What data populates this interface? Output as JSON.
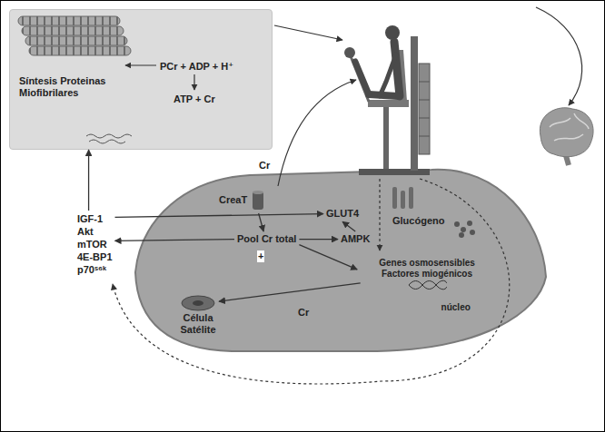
{
  "diagram": {
    "nodes": [
      {
        "text": [
          "Síntesis Proteinas Miofibrilares",
          "PCr + ADP + H⁺",
          "ATP + Cr"
        ]
      },
      {
        "text": [
          "Glucógeno",
          "Cr"
        ]
      },
      {
        "text": [
          "CreaT"
        ],
        "in": 1
      },
      {
        "text": [
          "GLUT4"
        ],
        "in": 1
      },
      {
        "text": [
          "Pool Cr total"
        ],
        "in": 1
      },
      {
        "text": [
          "AMPK"
        ],
        "in": 1
      },
      {
        "text": [
          "Genes osmosensibles",
          "Factores miogénicos",
          "núcleo"
        ],
        "in": 1
      },
      {
        "text": [
          "Célula Satélite"
        ],
        "in": 1
      },
      {
        "text": [
          "IGF-1",
          "Akt",
          "mTOR",
          "4E-BP1",
          "p70ˢ⁶ᵏ"
        ]
      }
    ],
    "edges": [
      {
        "from": 2,
        "to": 4,
        "arrow": "to"
      },
      {
        "from": 4,
        "to": 5,
        "arrow": "to"
      },
      {
        "from": 5,
        "to": 3,
        "arrow": "to"
      },
      {
        "from": 4,
        "to": 6,
        "arrow": "to"
      },
      {
        "from": 6,
        "to": 7,
        "arrow": "to"
      },
      {
        "from": 4,
        "to": 8,
        "arrow": "to"
      },
      {
        "from": 8,
        "to": 0,
        "arrow": "to"
      },
      {
        "from": 8,
        "to": 3,
        "arrow": "to"
      }
    ],
    "labels": [
      "Cr",
      "+"
    ]
  }
}
